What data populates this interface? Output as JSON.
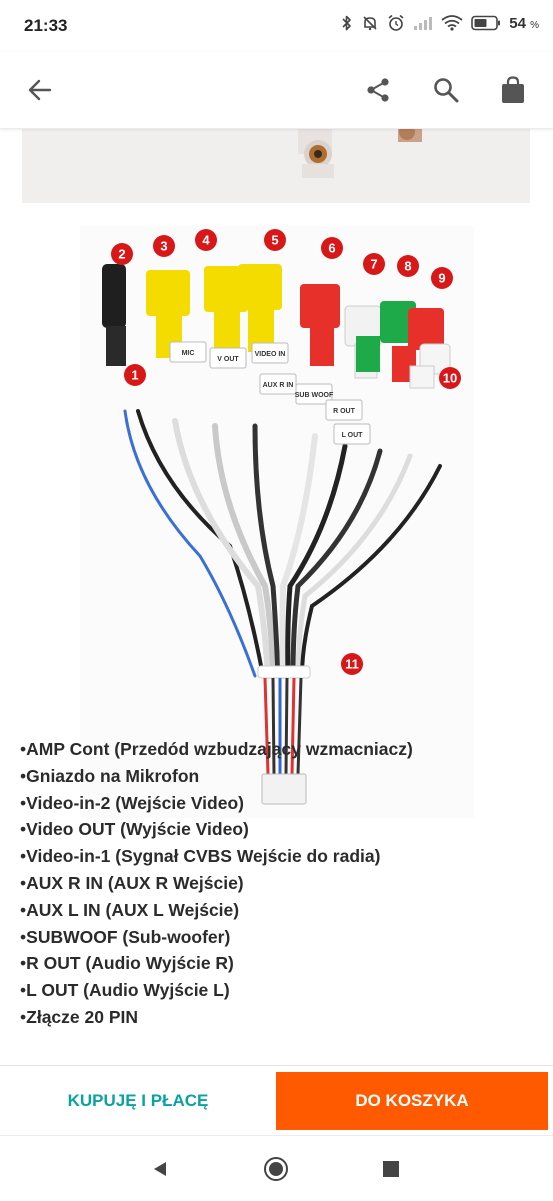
{
  "status_bar": {
    "time": "21:33",
    "battery_percent": "54",
    "percent_sign": "%",
    "icons": [
      "bluetooth-icon",
      "mute-icon",
      "alarm-icon",
      "signal-icon",
      "wifi-icon",
      "battery-icon"
    ]
  },
  "app_bar": {
    "icons": [
      "back-arrow-icon",
      "share-icon",
      "search-icon",
      "shopping-bag-icon"
    ]
  },
  "image": {
    "callout_numbers": [
      "1",
      "2",
      "3",
      "4",
      "5",
      "6",
      "7",
      "8",
      "9",
      "10",
      "11"
    ],
    "cable_tags": [
      "MIC",
      "V OUT",
      "VIDEO IN",
      "AUX R IN",
      "SUB WOOF",
      "R OUT",
      "L OUT"
    ]
  },
  "features": [
    "AMP Cont (Przedód wzbudzający wzmacniacz)",
    "Gniazdo na Mikrofon",
    "Video-in-2 (Wejście Video)",
    "Video OUT (Wyjście Video)",
    "Video-in-1 (Sygnał CVBS Wejście do radia)",
    "AUX R IN (AUX R Wejście)",
    "AUX L IN (AUX L Wejście)",
    "SUBWOOF (Sub-woofer)",
    "R OUT (Audio Wyjście R)",
    "L OUT (Audio Wyjście L)",
    "Złącze 20 PIN"
  ],
  "actions": {
    "buy_now": "KUPUJĘ I PŁACĘ",
    "add_to_cart": "DO KOSZYKA"
  },
  "colors": {
    "accent_teal": "#0aa2a3",
    "cta_orange": "#ff5a00",
    "callout_red": "#d81818",
    "rca_yellow": "#f4dc00",
    "rca_red": "#e8302a",
    "rca_green": "#1faa4a"
  },
  "nav_bar": {
    "icons": [
      "nav-back-icon",
      "nav-home-icon",
      "nav-recent-icon"
    ]
  }
}
